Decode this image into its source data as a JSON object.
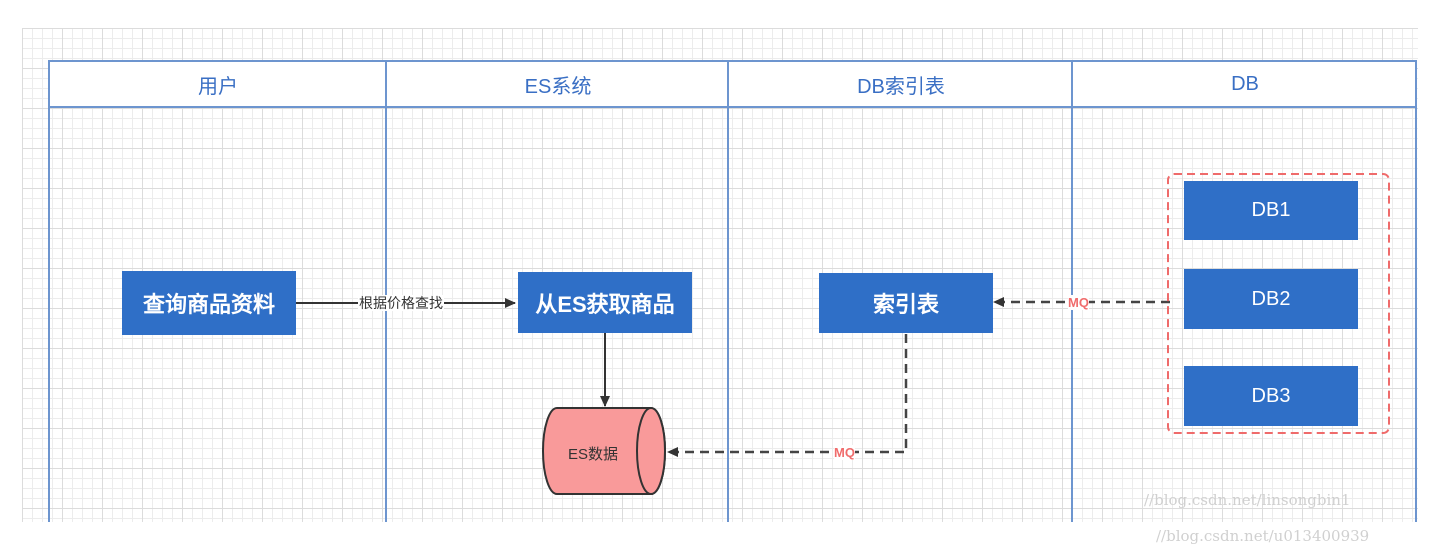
{
  "lanes": [
    {
      "title": "用户"
    },
    {
      "title": "ES系统"
    },
    {
      "title": "DB索引表"
    },
    {
      "title": "DB"
    }
  ],
  "nodes": {
    "query": "查询商品资料",
    "es_fetch": "从ES获取商品",
    "index_table": "索引表",
    "db1": "DB1",
    "db2": "DB2",
    "db3": "DB3",
    "es_data": "ES数据"
  },
  "edges": {
    "query_to_es": "根据价格查找",
    "db_to_index": "MQ",
    "index_to_esdata": "MQ"
  },
  "watermarks": {
    "line1": "//blog.csdn.net/linsongbin1",
    "line2": "//blog.csdn.net/u013400939"
  },
  "colors": {
    "box": "#2f6fc7",
    "lane_line": "#6d95cf",
    "cylinder_fill": "#f99a9a",
    "dashed_group": "#ef6b6b",
    "mq_label": "#f06c6c"
  }
}
